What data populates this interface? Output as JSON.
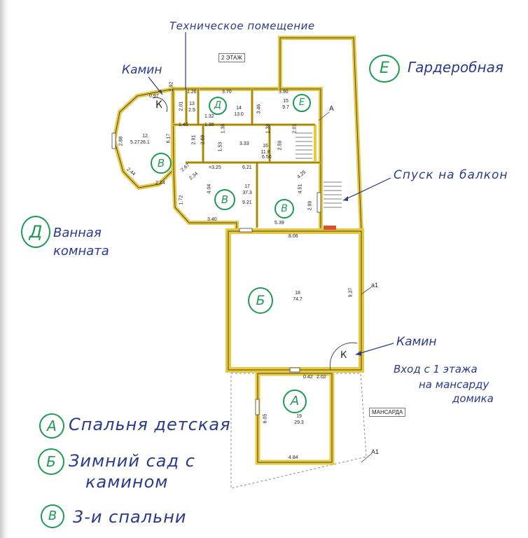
{
  "floor_label": "2 ЭТАЖ",
  "attic_label": "МАНСАРДА",
  "axis_a": "А",
  "axis_a1_top": "а1",
  "axis_a1_bottom": "А1",
  "annotations": {
    "tech_room": "Техническое помещение",
    "fireplace_top": "Камин",
    "wardrobe": "Гардеробная",
    "wardrobe_letter": "Е",
    "balcony": "Спуск на балкон",
    "bathroom_letter": "Д",
    "bathroom": "Ванная комната",
    "fireplace_garden": "Камин",
    "entry_line1": "Вход с 1 этажа",
    "entry_line2": "на мансарду",
    "entry_line3": "домика"
  },
  "legend": [
    {
      "letter": "А",
      "text": "Спальня детская"
    },
    {
      "letter": "Б",
      "text": "Зимний сад с",
      "text2": "камином"
    },
    {
      "letter": "В",
      "text": "3-и спальни"
    }
  ],
  "room_marks": {
    "bedroom_left": "В",
    "bedroom_mid": "В",
    "bedroom_right": "В",
    "bath": "Д",
    "wardrobe": "Е",
    "garden": "Б",
    "kids": "А",
    "fireplace_k_top": "К",
    "fireplace_k_garden": "К"
  },
  "rooms": {
    "r12": {
      "num": "12",
      "area": "26.1"
    },
    "r13": {
      "num": "13",
      "area": "2.5"
    },
    "r14": {
      "num": "14",
      "area": "13.0"
    },
    "r15": {
      "num": "15",
      "area": "9.7"
    },
    "r16": {
      "num": "16",
      "area": "11.8"
    },
    "r17": {
      "num": "17",
      "area": "37.3"
    },
    "r18": {
      "num": "18",
      "area": "74.7"
    },
    "r19": {
      "num": "19",
      "area": "29.3"
    }
  },
  "dimensions": {
    "d_097": "0.97",
    "d_192": "1.92",
    "d_126": "1.26",
    "d_201": "2.01",
    "d_370": "3.70",
    "d_390": "3.90",
    "d_346": "3.46",
    "d_140": "1.40",
    "d_132": "1.32",
    "d_136": "1.36",
    "d_138a": "1.38",
    "d_138b": "1.38",
    "d_201b": "2.01",
    "d_288": "2.88",
    "d_527": "5.27",
    "d_617": "6.17",
    "d_291": "2.91",
    "d_268": "2.68",
    "d_153": "1.53",
    "d_333": "3.33",
    "d_259": "2.59",
    "d_650": "6.50",
    "d_621": "6.21",
    "d_325": "=3.25",
    "d_244": "2.44",
    "d_214": "2.14",
    "d_267": "2.67",
    "d_234": "2.34",
    "d_404": "4.04",
    "d_921": "9.21",
    "d_451": "4.51",
    "d_425": "4.25",
    "d_299": "2.99",
    "d_172": "1.72",
    "d_340": "3.40",
    "d_539": "5.39",
    "d_806": "8.06",
    "d_937": "9.37",
    "d_202": "2.02",
    "d_605": "6.05",
    "d_484": "4.84",
    "d_042": "0.42"
  }
}
